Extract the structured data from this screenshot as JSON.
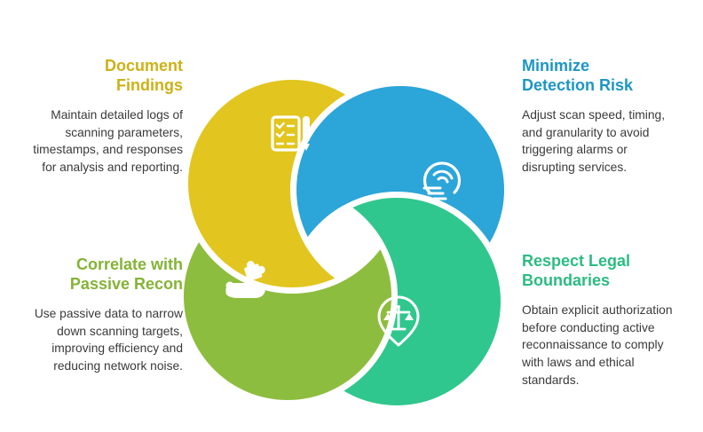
{
  "page": {
    "background": "#ffffff"
  },
  "diagram": {
    "items": [
      {
        "id": "document-findings",
        "position": "top-left",
        "color": "#e2c51e",
        "heading_color": "#ccb118",
        "icon": "checklist-pen-icon",
        "title_lines": [
          "Document",
          "Findings"
        ],
        "body": "Maintain detailed logs of scanning parameters, timestamps, and responses for analysis and reporting."
      },
      {
        "id": "minimize-detection-risk",
        "position": "top-right",
        "color": "#2ca5d9",
        "heading_color": "#1d96c5",
        "icon": "stealth-scan-icon",
        "title_lines": [
          "Minimize",
          "Detection Risk"
        ],
        "body": "Adjust scan speed, timing, and granularity to avoid triggering alarms or disrupting services."
      },
      {
        "id": "correlate-with-passive-recon",
        "position": "bottom-left",
        "color": "#8dbd3e",
        "heading_color": "#84b335",
        "icon": "hand-puzzle-icon",
        "title_lines": [
          "Correlate with",
          "Passive Recon"
        ],
        "body": "Use passive data to narrow down scanning targets, improving efficiency and reducing network noise."
      },
      {
        "id": "respect-legal-boundaries",
        "position": "bottom-right",
        "color": "#2fc78d",
        "heading_color": "#2bbc82",
        "icon": "scales-icon",
        "title_lines": [
          "Respect Legal",
          "Boundaries"
        ],
        "body": "Obtain explicit authorization before conducting active reconnaissance to comply with laws and ethical standards."
      }
    ]
  }
}
